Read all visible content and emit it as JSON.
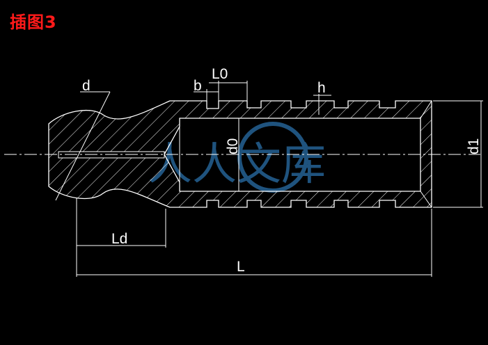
{
  "title": "插图3",
  "labels": {
    "d": "d",
    "b": "b",
    "L0": "L0",
    "h": "h",
    "d0": "d0",
    "d1": "d1",
    "Ld": "Ld",
    "L": "L"
  },
  "watermark": "人人文库",
  "colors": {
    "background": "#000000",
    "lines": "#ffffff",
    "title": "#ff1a1a",
    "watermark": "#2a6fa8"
  }
}
